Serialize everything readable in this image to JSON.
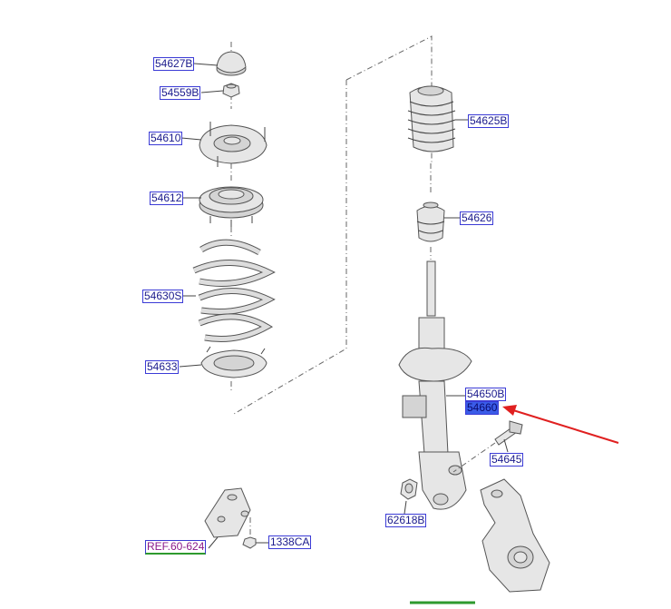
{
  "labels": [
    {
      "id": "l54627B",
      "text": "54627B",
      "selected": false,
      "ref": false
    },
    {
      "id": "l54559B",
      "text": "54559B",
      "selected": false,
      "ref": false
    },
    {
      "id": "l54610",
      "text": "54610",
      "selected": false,
      "ref": false
    },
    {
      "id": "l54612",
      "text": "54612",
      "selected": false,
      "ref": false
    },
    {
      "id": "l54630S",
      "text": "54630S",
      "selected": false,
      "ref": false
    },
    {
      "id": "l54633",
      "text": "54633",
      "selected": false,
      "ref": false
    },
    {
      "id": "l54625B",
      "text": "54625B",
      "selected": false,
      "ref": false
    },
    {
      "id": "l54626",
      "text": "54626",
      "selected": false,
      "ref": false
    },
    {
      "id": "l54650B",
      "text": "54650B",
      "selected": false,
      "ref": false
    },
    {
      "id": "l54660",
      "text": "54660",
      "selected": true,
      "ref": false
    },
    {
      "id": "l54645",
      "text": "54645",
      "selected": false,
      "ref": false
    },
    {
      "id": "l62618B",
      "text": "62618B",
      "selected": false,
      "ref": false
    },
    {
      "id": "lREF",
      "text": "REF.60-624",
      "selected": false,
      "ref": true
    },
    {
      "id": "l1338CA",
      "text": "1338CA",
      "selected": false,
      "ref": false
    }
  ],
  "colors": {
    "label_border": "#3b3bd6",
    "label_text": "#1a1a8c",
    "selected_fill": "#3a5ce8",
    "ref_text": "#8a1a8a",
    "ref_underline": "#2e9a2e",
    "arrow": "#e02020"
  }
}
